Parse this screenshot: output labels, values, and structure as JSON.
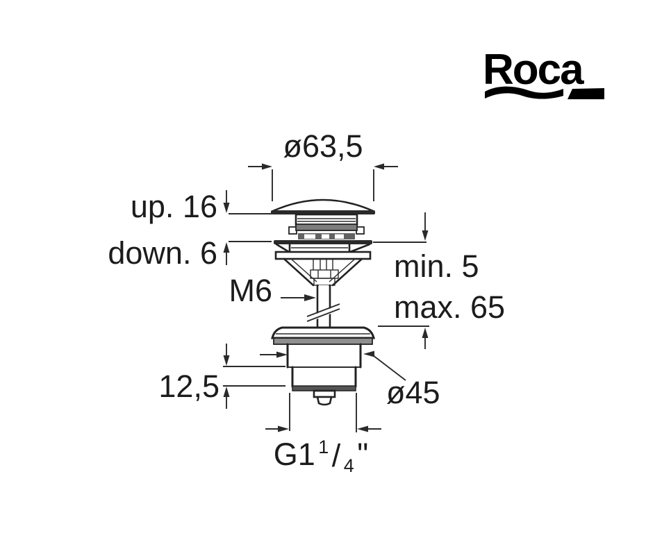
{
  "brand": {
    "logo_text": "Roca"
  },
  "drawing": {
    "type": "technical-dimension-drawing",
    "subject": "basin click-clack waste valve",
    "dimensions": {
      "cap_diameter": "ø63,5",
      "cap_up": "up. 16",
      "cap_down": "down. 6",
      "clamp_min": "min. 5",
      "clamp_max": "max. 65",
      "rod_thread": "M6",
      "body_section_height": "12,5",
      "body_diameter": "ø45",
      "outlet_thread": {
        "prefix": "G1",
        "sup": "1",
        "slash": "/",
        "sub": "4",
        "quote": "\""
      }
    },
    "colors": {
      "line": "#222222",
      "text": "#1c1c1c",
      "background": "#ffffff",
      "gray_band": "#7d7d7d",
      "logo": "#000000"
    }
  }
}
